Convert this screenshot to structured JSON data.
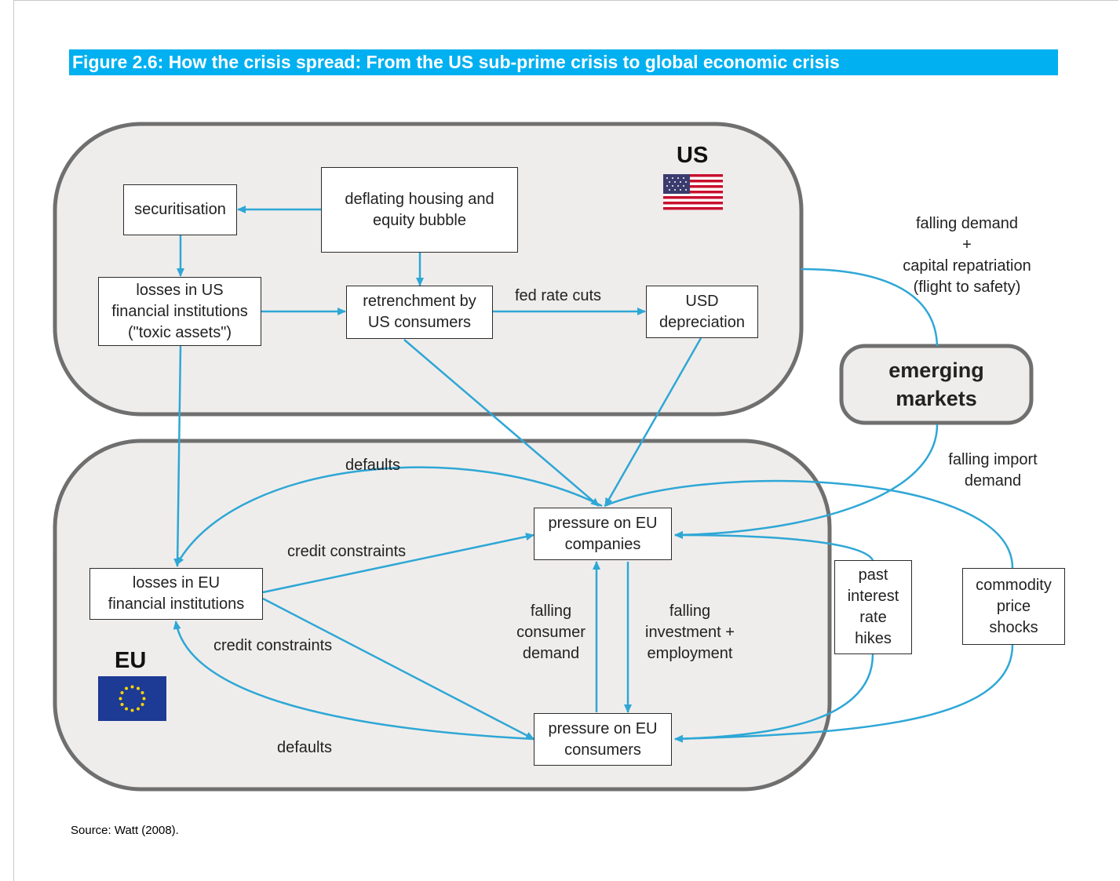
{
  "figure_title": "Figure 2.6: How the crisis spread: From the US sub-prime crisis to global economic crisis",
  "source": "Source: Watt (2008).",
  "regions": {
    "us": {
      "label": "US",
      "flag": "us-flag-icon"
    },
    "eu": {
      "label": "EU",
      "flag": "eu-flag-icon"
    },
    "emerging": {
      "label": "emerging\nmarkets"
    }
  },
  "nodes": {
    "securitisation": "securitisation",
    "housing_bubble": "deflating housing and\nequity bubble",
    "us_losses": "losses in US\nfinancial institutions\n(\"toxic assets\")",
    "retrenchment": "retrenchment by\nUS consumers",
    "usd_depreciation": "USD\ndepreciation",
    "eu_companies": "pressure on EU\ncompanies",
    "eu_losses": "losses in EU\nfinancial institutions",
    "eu_consumers": "pressure on EU\nconsumers",
    "interest_rate": "past\ninterest\nrate\nhikes",
    "commodity": "commodity\nprice\nshocks"
  },
  "edge_labels": {
    "fed_rate_cuts": "fed rate cuts",
    "falling_demand": "falling demand\n+\ncapital repatriation\n(flight to safety)",
    "falling_import": "falling import\ndemand",
    "defaults_top": "defaults",
    "credit_top": "credit constraints",
    "credit_bottom": "credit constraints",
    "defaults_bottom": "defaults",
    "falling_consumer": "falling\nconsumer\ndemand",
    "falling_investment": "falling\ninvestment +\nemployment"
  },
  "colors": {
    "arrow": "#2ea7d6",
    "title_bg": "#00b0f0",
    "region_fill": "#efedeb",
    "region_stroke": "#6f6f6f"
  }
}
